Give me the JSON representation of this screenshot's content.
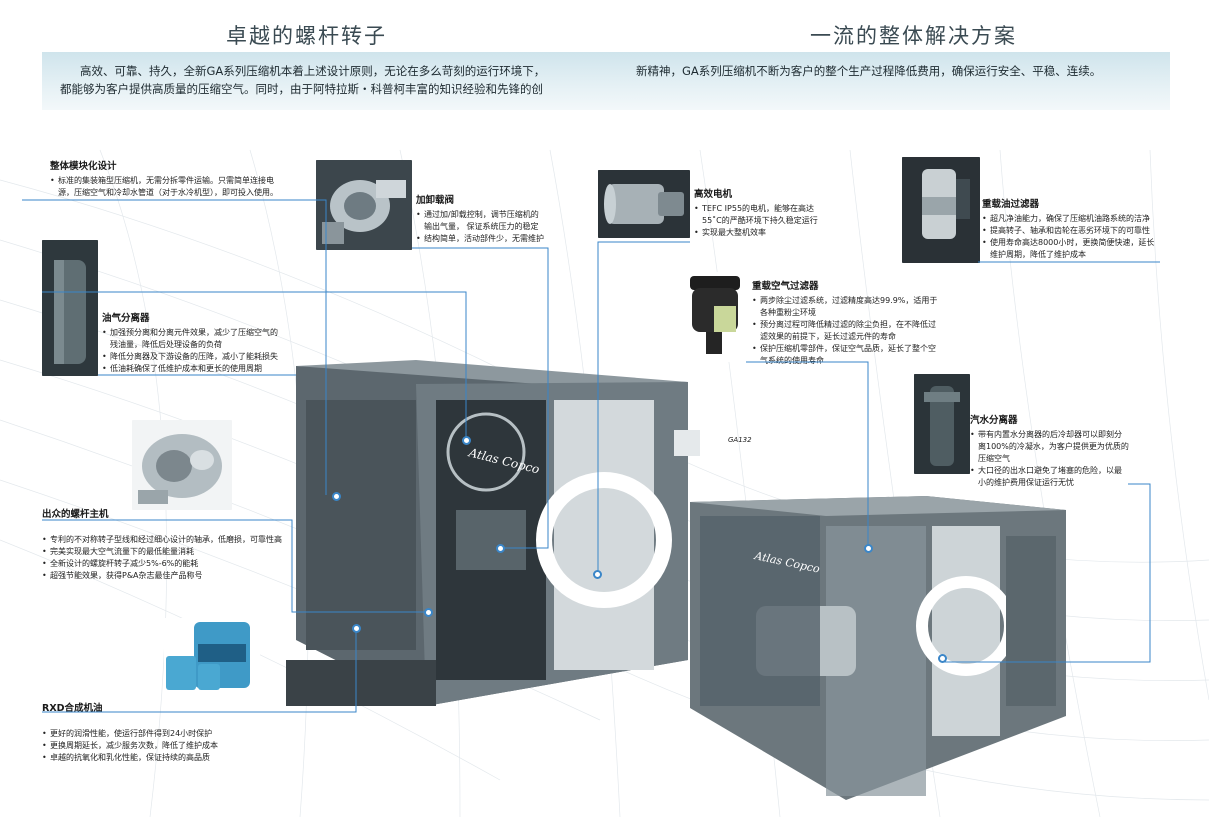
{
  "headings": {
    "left": "卓越的螺杆转子",
    "right": "一流的整体解决方案"
  },
  "intro": {
    "left_line1": "高效、可靠、持久，全新GA系列压缩机本着上述设计原则，无论在多么苛刻的运行环境下，",
    "left_line2": "都能够为客户提供高质量的压缩空气。同时，由于阿特拉斯・科普柯丰富的知识经验和先锋的创",
    "right_line1": "新精神，GA系列压缩机不断为客户的整个生产过程降低费用，确保运行安全、平稳、连续。"
  },
  "bullet": "•",
  "callouts": {
    "integrated": {
      "title": "整体模块化设计",
      "line1": "标准的集装箱型压缩机，无需分拆零件运输。只需简单连接电",
      "line2": "源，压缩空气和冷却水管道（对于水冷机型），即可投入使用。"
    },
    "unloader": {
      "title": "加卸载阀",
      "item1a": "通过加/卸载控制，调节压缩机的",
      "item1b": "输出气量，  保证系统压力的稳定",
      "item2": "结构简单，活动部件少，无需维护"
    },
    "motor": {
      "title": "高效电机",
      "item1a": "TEFC IP55的电机，能够在高达",
      "item1b": "55˚C的严酷环境下持久稳定运行",
      "item2": "实现最大整机效率"
    },
    "oil_filter": {
      "title": "重载油过滤器",
      "item1": "超凡净油能力，确保了压缩机油路系统的洁净",
      "item2": "提高转子、轴承和齿轮在恶劣环境下的可靠性",
      "item3a": "使用寿命高达8000小时，更换简便快速，延长",
      "item3b": "维护周期，降低了维护成本"
    },
    "separator": {
      "title": "油气分离器",
      "item1a": "加强预分离和分离元件效果，减少了压缩空气的",
      "item1b": "残油量，降低后处理设备的负荷",
      "item2": "降低分离器及下游设备的压降，减小了能耗损失",
      "item3": "低油耗确保了低维护成本和更长的使用周期"
    },
    "air_filter": {
      "title": "重载空气过滤器",
      "item1a": "两步除尘过滤系统，过滤精度高达99.9%，适用于",
      "item1b": "各种重粉尘环境",
      "item2a": "预分离过程可降低精过滤的除尘负担，在不降低过",
      "item2b": "滤效果的前提下，延长过滤元件的寿命",
      "item3a": "保护压缩机零部件，保证空气品质，延长了整个空",
      "item3b": "气系统的使用寿命"
    },
    "water_separator": {
      "title": "汽水分离器",
      "item1a": "带有内置水分离器的后冷却器可以即刻分",
      "item1b": "离100%的冷凝水，为客户提供更为优质的",
      "item1c": "压缩空气",
      "item2a": "大口径的出水口避免了堵塞的危险，以最",
      "item2b": "小的维护费用保证运行无忧"
    },
    "screw": {
      "title": "出众的螺杆主机",
      "item1": "专利的不对称转子型线和经过细心设计的轴承，低磨损，可靠性高",
      "item2": "完美实现最大空气流量下的最低能量消耗",
      "item3": "全新设计的螺旋杆转子减少5%-6%的能耗",
      "item4": "超强节能效果，获得P&A杂志最佳产品称号"
    },
    "oil": {
      "title": "RXD合成机油",
      "item1": "更好的润滑性能，使运行部件得到24小时保护",
      "item2": "更换周期延长，减少服务次数，降低了维护成本",
      "item3": "卓越的抗氧化和乳化性能，保证持续的高品质"
    }
  },
  "machines": {
    "brand": "Atlas Copco",
    "model": "GA132"
  },
  "colors": {
    "leader_line": "#3a86c8",
    "heading": "#3a4a52",
    "intro_band": "#d6e8ef",
    "machine_body": "#5f6b72",
    "machine_dark": "#2c3338"
  }
}
